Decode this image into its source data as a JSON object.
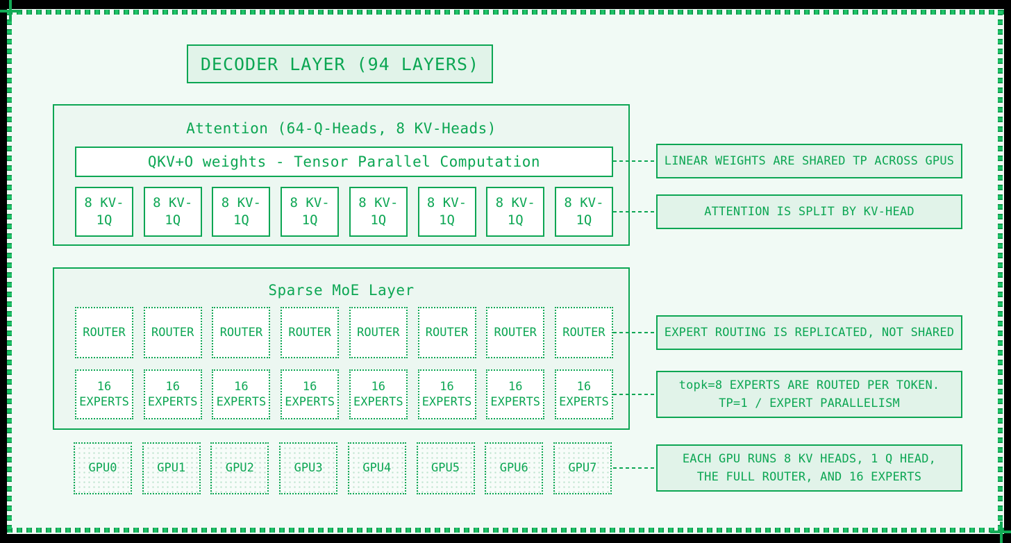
{
  "colors": {
    "green": "#0ca653",
    "dash_green": "#1ec468",
    "panel_bg": "#f1faf5",
    "section_bg": "#ecf7f1",
    "box_fill": "#e1f3e9",
    "white_fill": "#ffffff"
  },
  "title": "DECODER LAYER (94 LAYERS)",
  "attention": {
    "header": "Attention (64-Q-Heads, 8 KV-Heads)",
    "qkv_label": "QKV+O weights - Tensor Parallel Computation",
    "kv_boxes": [
      "8 KV-\n1Q",
      "8 KV-\n1Q",
      "8 KV-\n1Q",
      "8 KV-\n1Q",
      "8 KV-\n1Q",
      "8 KV-\n1Q",
      "8 KV-\n1Q",
      "8 KV-\n1Q"
    ]
  },
  "moe": {
    "header": "Sparse MoE Layer",
    "routers": [
      "ROUTER",
      "ROUTER",
      "ROUTER",
      "ROUTER",
      "ROUTER",
      "ROUTER",
      "ROUTER",
      "ROUTER"
    ],
    "experts": [
      "16\nEXPERTS",
      "16\nEXPERTS",
      "16\nEXPERTS",
      "16\nEXPERTS",
      "16\nEXPERTS",
      "16\nEXPERTS",
      "16\nEXPERTS",
      "16\nEXPERTS"
    ]
  },
  "gpus": [
    "GPU0",
    "GPU1",
    "GPU2",
    "GPU3",
    "GPU4",
    "GPU5",
    "GPU6",
    "GPU7"
  ],
  "annotations": [
    {
      "text": "LINEAR WEIGHTS ARE SHARED TP ACROSS GPUS"
    },
    {
      "text": "ATTENTION IS SPLIT BY KV-HEAD"
    },
    {
      "text": "EXPERT ROUTING IS REPLICATED, NOT SHARED"
    },
    {
      "text": "topk=8 EXPERTS ARE ROUTED PER TOKEN.\nTP=1 / EXPERT PARALLELISM"
    },
    {
      "text": "EACH GPU RUNS 8 KV HEADS, 1 Q HEAD,\nTHE FULL ROUTER, AND 16 EXPERTS"
    }
  ]
}
